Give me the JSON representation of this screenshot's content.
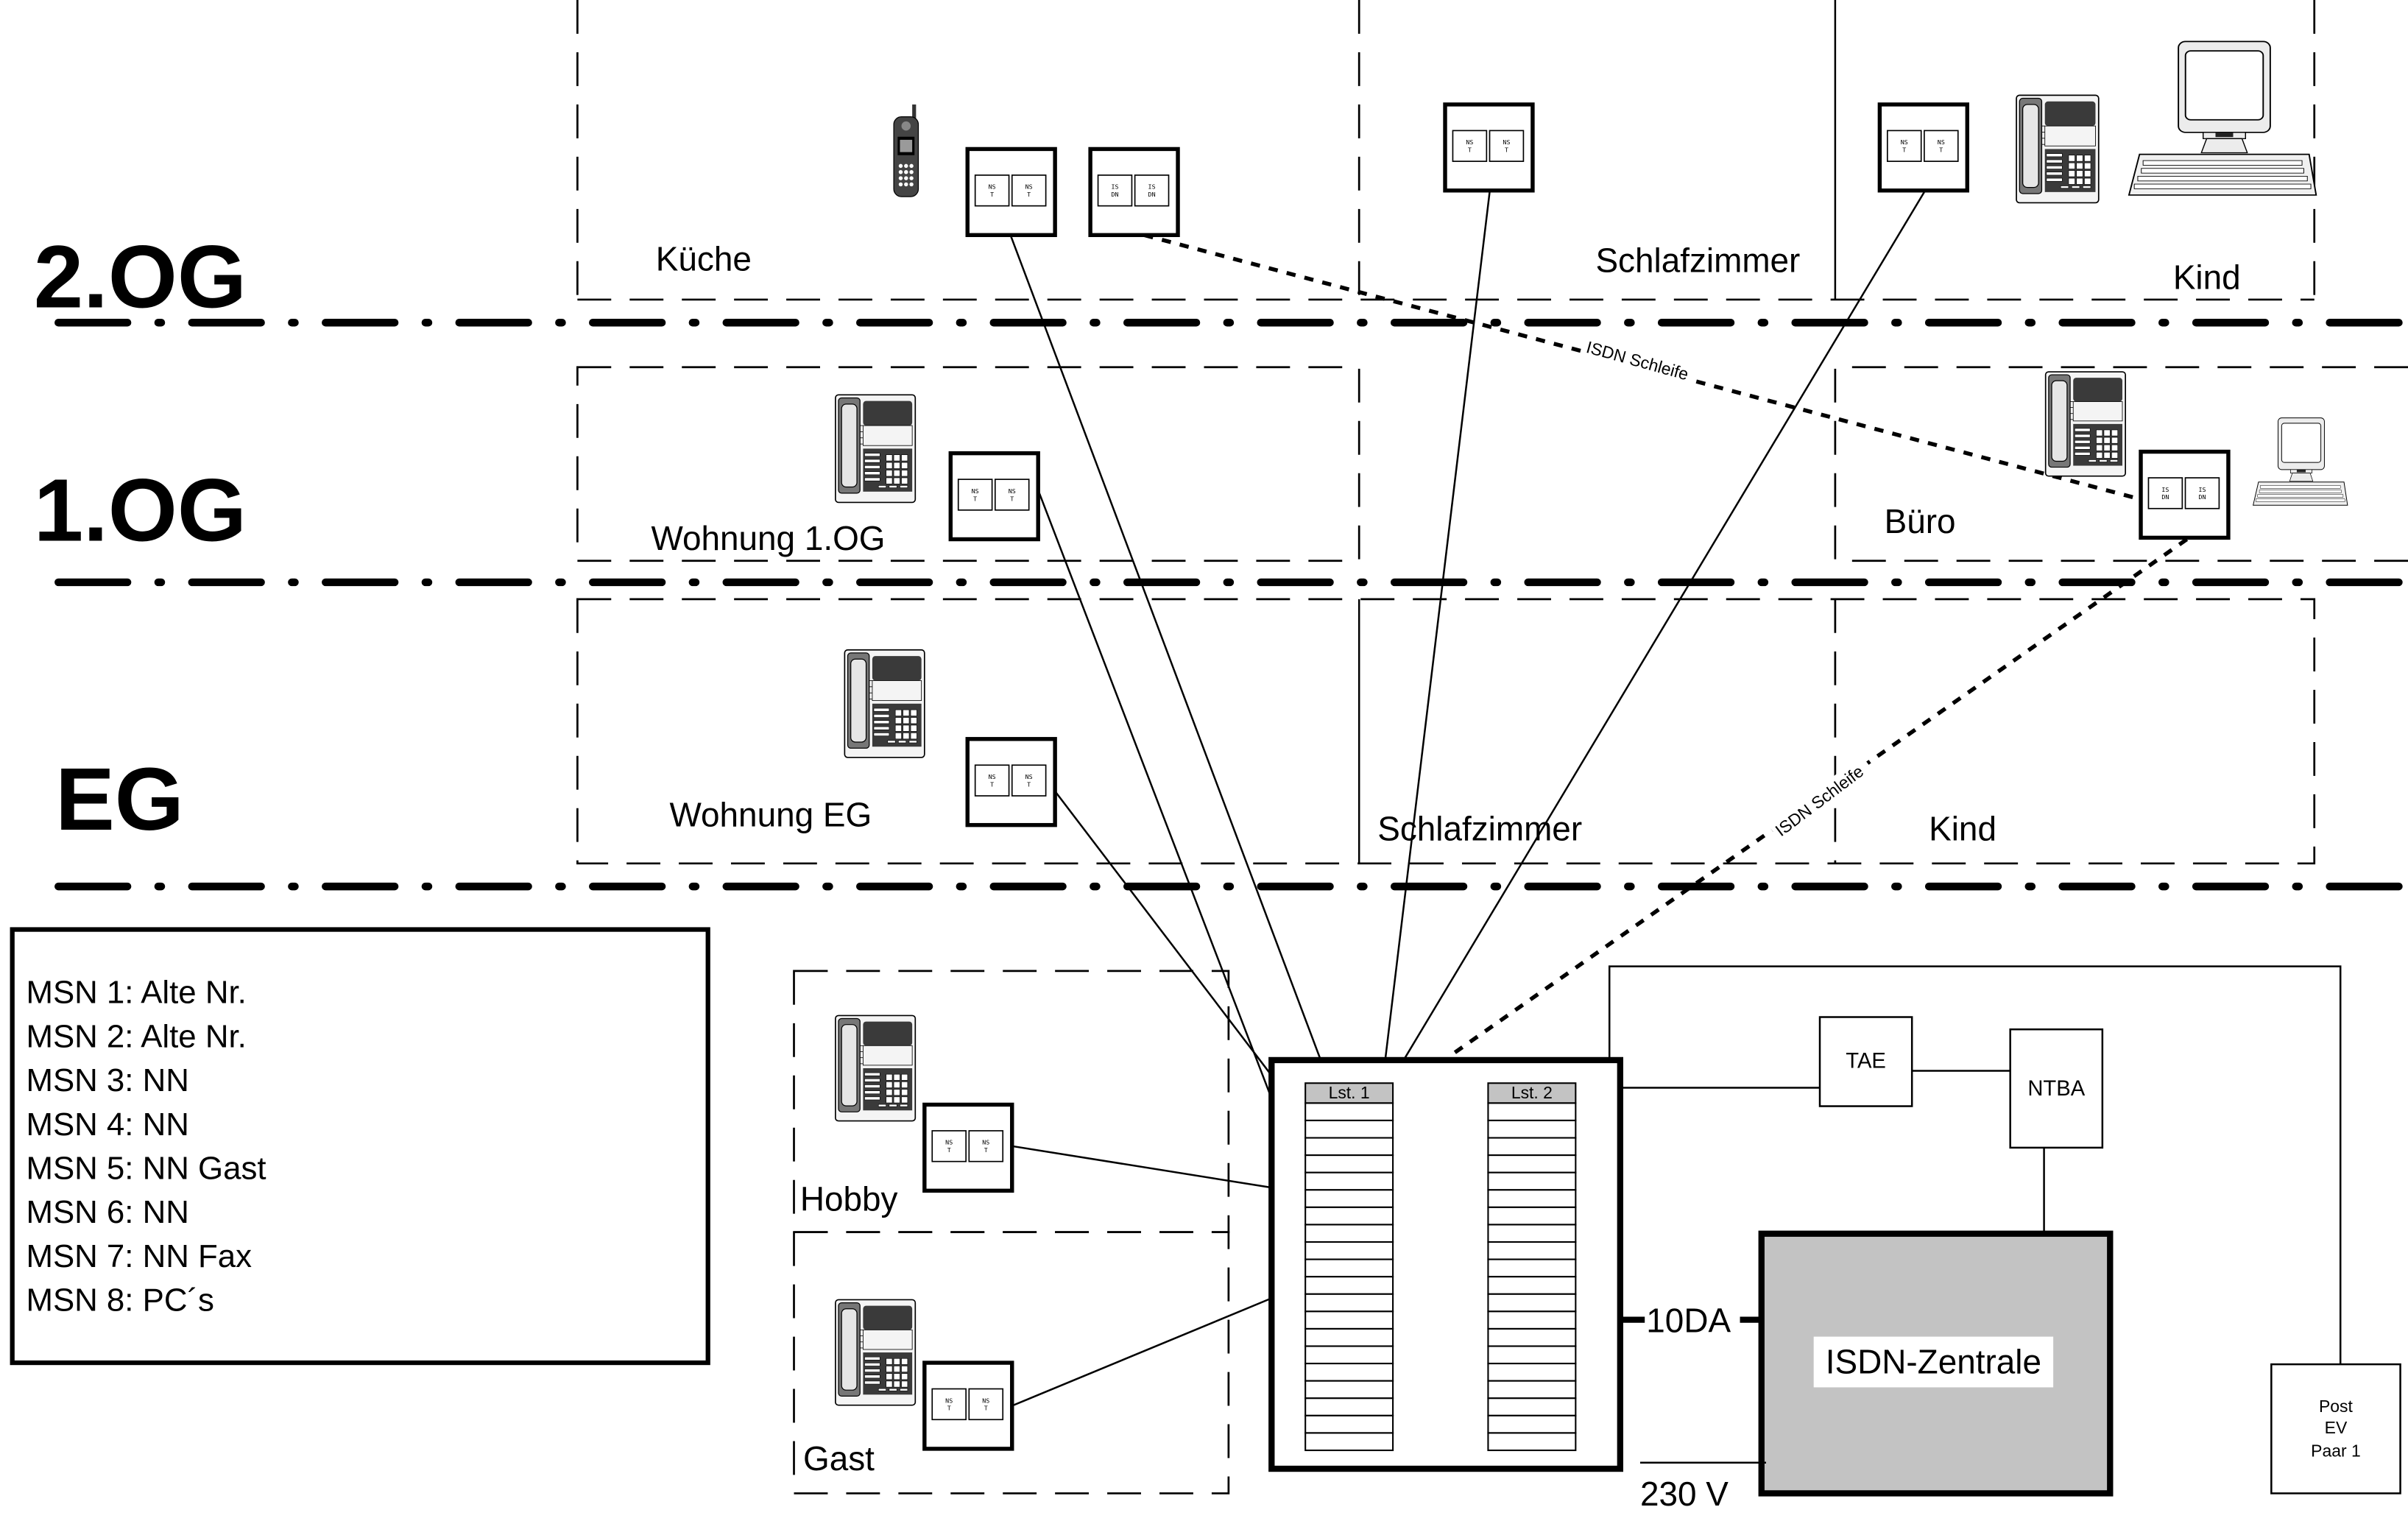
{
  "floors": [
    {
      "id": "2og",
      "label": "2.OG"
    },
    {
      "id": "1og",
      "label": "1.OG"
    },
    {
      "id": "eg",
      "label": "EG"
    }
  ],
  "rooms": {
    "kueche": "Küche",
    "schlafzimmer_2og": "Schlafzimmer",
    "kind_2og": "Kind",
    "wohnung_1og": "Wohnung 1.OG",
    "buero": "Büro",
    "wohnung_eg": "Wohnung EG",
    "schlafzimmer_eg": "Schlafzimmer",
    "kind_eg": "Kind",
    "hobby": "Hobby",
    "gast": "Gast"
  },
  "sockets": {
    "tae": {
      "line1": "NS",
      "line2": "T"
    },
    "isdn": {
      "line1": "IS",
      "line2": "DN"
    }
  },
  "msn_legend": [
    "MSN 1: Alte Nr.",
    "MSN 2: Alte Nr.",
    "MSN 3: NN",
    "MSN 4: NN",
    "MSN 5: NN Gast",
    "MSN 6: NN",
    "MSN 7: NN Fax",
    "MSN 8: PC´s"
  ],
  "patch_panel": {
    "strip1": "Lst. 1",
    "strip2": "Lst. 2",
    "rows_per_strip": 20
  },
  "equipment": {
    "tae": "TAE",
    "ntba": "NTBA",
    "isdn_zentrale": "ISDN-Zentrale",
    "cable_10da": "10DA",
    "power": "230 V",
    "post_ev": [
      "Post",
      "EV",
      "Paar 1"
    ]
  },
  "loop_label": "ISDN Schleife",
  "icons": [
    "mobile-phone-icon",
    "desk-phone-icon",
    "desktop-pc-icon"
  ],
  "colors": {
    "line": "#000000",
    "zentrale_fill": "#c3c3c3",
    "strip_header_fill": "#c3c3c3",
    "phone_dark": "#3a3a3a",
    "phone_light": "#e6e6e6"
  }
}
